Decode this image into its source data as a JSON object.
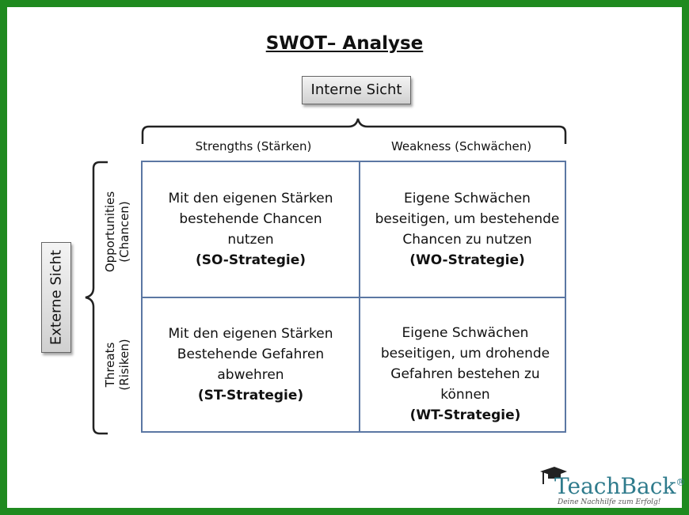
{
  "title": "SWOT– Analyse",
  "interne_sicht": "Interne Sicht",
  "externe_sicht": "Externe Sicht",
  "columns": [
    "Strengths (Stärken)",
    "Weakness (Schwächen)"
  ],
  "rows": [
    {
      "line1": "Opportunities",
      "line2": "(Chancen)"
    },
    {
      "line1": "Threats",
      "line2": "(Risiken)"
    }
  ],
  "cells": {
    "so": {
      "text": [
        "Mit den eigenen Stärken",
        "bestehende Chancen",
        "nutzen"
      ],
      "strategy": "(SO-Strategie)"
    },
    "wo": {
      "text": [
        "Eigene Schwächen",
        "beseitigen, um bestehende",
        "Chancen zu nutzen"
      ],
      "strategy": "(WO-Strategie)"
    },
    "st": {
      "text": [
        "Mit den eigenen Stärken",
        "Bestehende Gefahren",
        "abwehren"
      ],
      "strategy": "(ST-Strategie)"
    },
    "wt": {
      "text": [
        "Eigene Schwächen",
        "beseitigen, um drohende",
        "Gefahren bestehen zu",
        "können"
      ],
      "strategy": "(WT-Strategie)"
    }
  },
  "logo": {
    "name": "TeachBack",
    "reg": "®",
    "tagline": "Deine Nachhilfe zum Erfolg!"
  },
  "colors": {
    "frame": "#1f8a1f",
    "grid": "#5b77a3",
    "logo": "#2f7b8c"
  }
}
